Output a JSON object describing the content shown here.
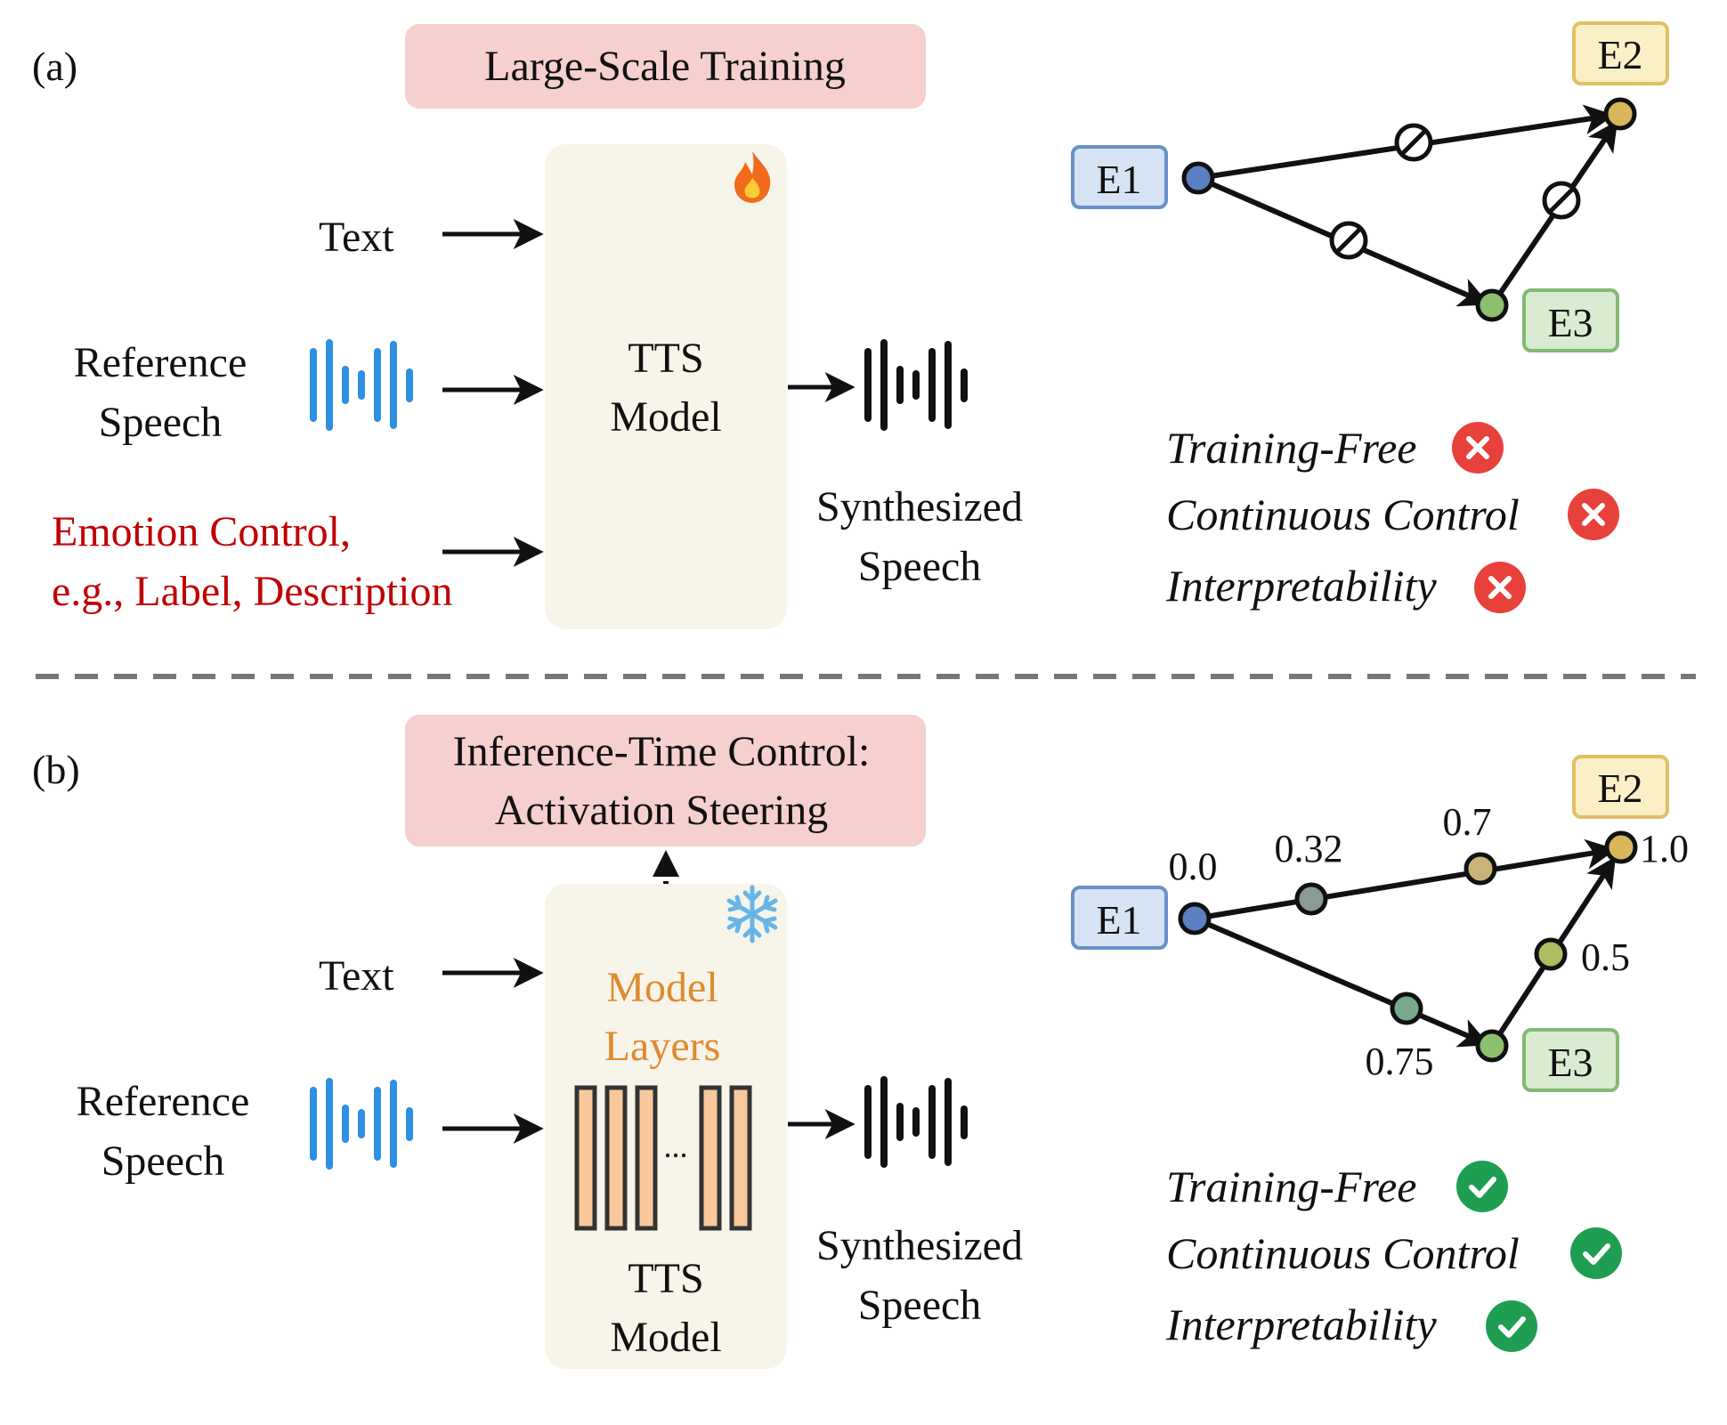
{
  "panel_a": {
    "label": "(a)",
    "banner": "Large-Scale Training",
    "inputs": {
      "text": "Text",
      "reference_line1": "Reference",
      "reference_line2": "Speech",
      "emotion_line1": "Emotion Control,",
      "emotion_line2": "e.g., Label, Description"
    },
    "model_line1": "TTS",
    "model_line2": "Model",
    "output_line1": "Synthesized",
    "output_line2": "Speech",
    "graph": {
      "nodes": {
        "e1": "E1",
        "e2": "E2",
        "e3": "E3"
      }
    },
    "properties": [
      {
        "label": "Training-Free",
        "status": "no"
      },
      {
        "label": "Continuous Control",
        "status": "no"
      },
      {
        "label": "Interpretability",
        "status": "no"
      }
    ]
  },
  "panel_b": {
    "label": "(b)",
    "banner_line1": "Inference-Time Control:",
    "banner_line2": "Activation Steering",
    "inputs": {
      "text": "Text",
      "reference_line1": "Reference",
      "reference_line2": "Speech"
    },
    "layers_line1": "Model",
    "layers_line2": "Layers",
    "ellipsis": "...",
    "model_line1": "TTS",
    "model_line2": "Model",
    "output_line1": "Synthesized",
    "output_line2": "Speech",
    "graph": {
      "nodes": {
        "e1": "E1",
        "e2": "E2",
        "e3": "E3"
      },
      "values": {
        "e1": "0.0",
        "p1": "0.32",
        "p2": "0.7",
        "e2": "1.0",
        "p3": "0.5",
        "p4": "0.75"
      }
    },
    "properties": [
      {
        "label": "Training-Free",
        "status": "yes"
      },
      {
        "label": "Continuous Control",
        "status": "yes"
      },
      {
        "label": "Interpretability",
        "status": "yes"
      }
    ]
  },
  "colors": {
    "banner": "#f6cfcf",
    "model_box": "#f7f4ea",
    "emotion_text": "#c00000",
    "wave_blue": "#2f8fe0",
    "wave_black": "#111111",
    "layer_fill": "#f8c89a",
    "layer_text": "#e08a2e",
    "e1_fill": "#d6e3f5",
    "e1_border": "#6b8fc7",
    "e2_fill": "#fbefc6",
    "e2_border": "#e0c066",
    "e3_fill": "#d9ecd2",
    "e3_border": "#85b874",
    "cross": "#e8413c",
    "check": "#1f9e52"
  },
  "icons": {
    "trainable": "fire-icon",
    "frozen": "snowflake-icon",
    "blocked": "no-entry-icon",
    "fail": "cross-circle-icon",
    "pass": "check-circle-icon"
  }
}
